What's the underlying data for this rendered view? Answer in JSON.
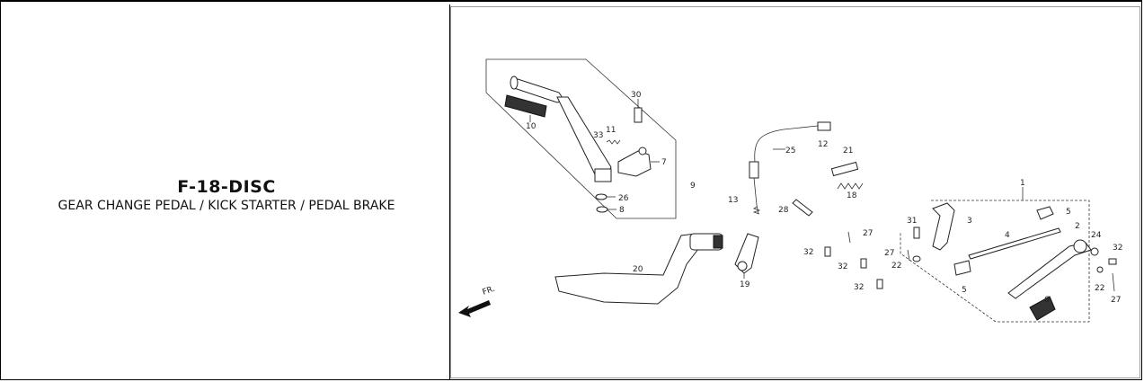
{
  "header": {
    "code": "F-18-DISC",
    "title": "GEAR CHANGE PEDAL / KICK STARTER / PEDAL BRAKE"
  },
  "diagram": {
    "direction_label": "FR.",
    "callouts": {
      "c1": "1",
      "c2": "2",
      "c3": "3",
      "c4": "4",
      "c5a": "5",
      "c5b": "5",
      "c6": "6",
      "c7": "7",
      "c8": "8",
      "c9": "9",
      "c10": "10",
      "c11": "11",
      "c12": "12",
      "c13": "13",
      "c18": "18",
      "c19": "19",
      "c20": "20",
      "c21": "21",
      "c22a": "22",
      "c22b": "22",
      "c24": "24",
      "c25": "25",
      "c26": "26",
      "c27a": "27",
      "c27b": "27",
      "c27c": "27",
      "c28": "28",
      "c30": "30",
      "c31": "31",
      "c32a": "32",
      "c32b": "32",
      "c32c": "32",
      "c32d": "32",
      "c33": "33"
    }
  }
}
